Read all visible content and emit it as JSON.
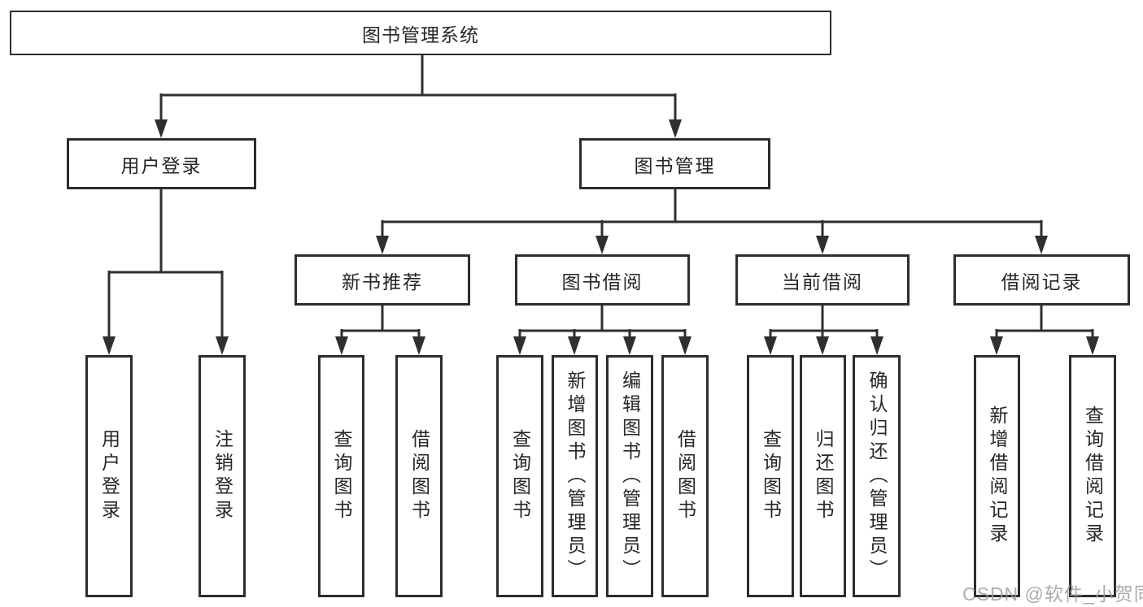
{
  "diagram": {
    "root": {
      "label": "图书管理系统"
    },
    "children": [
      {
        "label": "用户登录",
        "children": [
          {
            "label": "用户登录"
          },
          {
            "label": "注销登录"
          }
        ]
      },
      {
        "label": "图书管理",
        "children": [
          {
            "label": "新书推荐",
            "children": [
              {
                "label": "查询图书"
              },
              {
                "label": "借阅图书"
              }
            ]
          },
          {
            "label": "图书借阅",
            "children": [
              {
                "label": "查询图书"
              },
              {
                "label": "新增图书（管理员）"
              },
              {
                "label": "编辑图书（管理员）"
              },
              {
                "label": "借阅图书"
              }
            ]
          },
          {
            "label": "当前借阅",
            "children": [
              {
                "label": "查询图书"
              },
              {
                "label": "归还图书"
              },
              {
                "label": "确认归还（管理员）"
              }
            ]
          },
          {
            "label": "借阅记录",
            "children": [
              {
                "label": "新增借阅记录"
              },
              {
                "label": "查询借阅记录"
              }
            ]
          }
        ]
      }
    ]
  },
  "watermark": {
    "text": "CSDN @软件_小贺同学"
  },
  "colors": {
    "line": "#2f2f2f",
    "text": "#262626",
    "watermark": "#9e9e9e",
    "background": "#ffffff"
  }
}
